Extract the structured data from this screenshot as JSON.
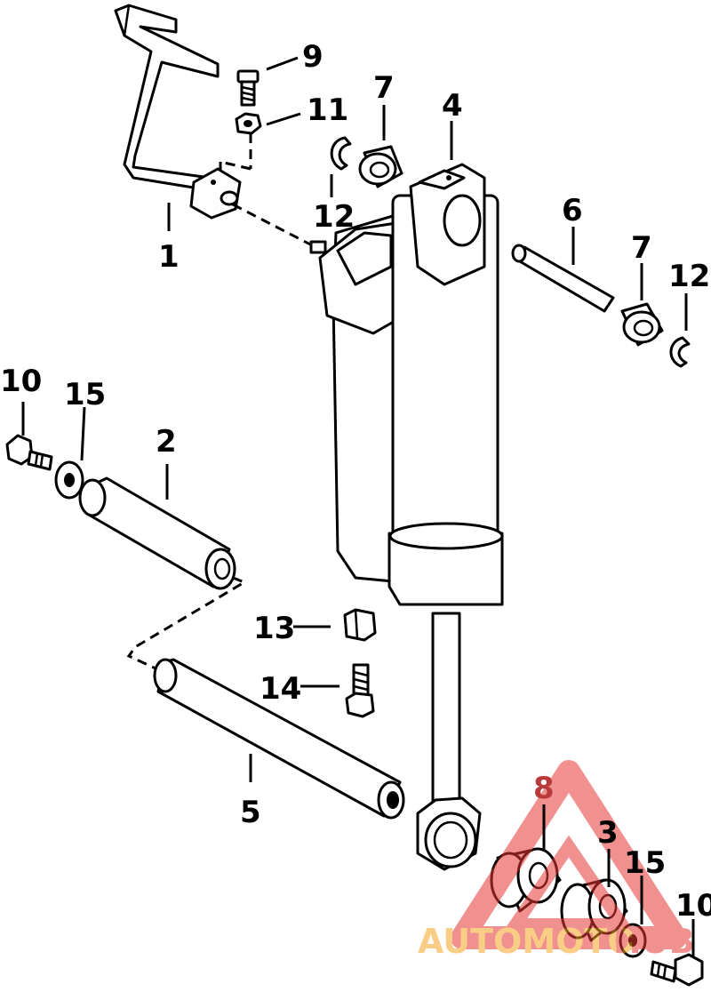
{
  "callouts": {
    "p1": "1",
    "p2": "2",
    "p3": "3",
    "p4": "4",
    "p5": "5",
    "p6": "6",
    "p7a": "7",
    "p7b": "7",
    "p8": "8",
    "p9": "9",
    "p10a": "10",
    "p10b": "10",
    "p11": "11",
    "p12a": "12",
    "p12b": "12",
    "p13": "13",
    "p14": "14",
    "p15a": "15",
    "p15b": "15"
  },
  "watermark": {
    "part1": "AUTOMOTO",
    "part2": "HUB",
    "color_primary": "#f5a623",
    "color_secondary": "#e53935"
  },
  "colors": {
    "line": "#000000",
    "background": "#ffffff",
    "callout_8": "#b83a3a"
  }
}
